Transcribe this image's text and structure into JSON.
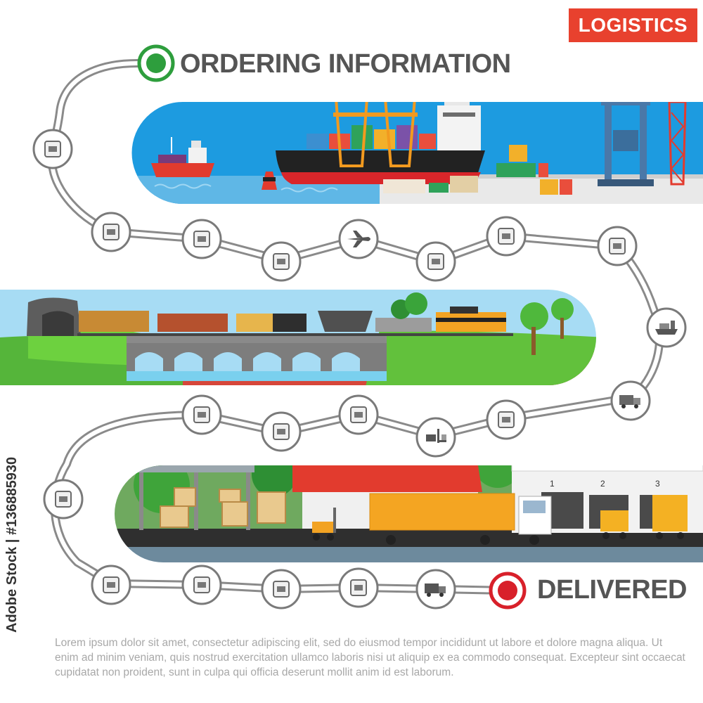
{
  "badge": {
    "label": "LOGISTICS",
    "color": "#e8412e"
  },
  "start": {
    "label": "ORDERING INFORMATION",
    "color": "#2e9e3d"
  },
  "end": {
    "label": "DELIVERED",
    "color": "#d8202a"
  },
  "path_color": "#8a8a8a",
  "route_icons": [
    {
      "icon": "headset-operator-icon"
    },
    {
      "icon": "map-location-icon"
    },
    {
      "icon": "warehouse-shelves-icon"
    },
    {
      "icon": "hand-truck-box-icon"
    },
    {
      "icon": "airplane-icon"
    },
    {
      "icon": "scanner-box-icon"
    },
    {
      "icon": "pallet-boxes-icon"
    },
    {
      "icon": "crane-container-icon"
    },
    {
      "icon": "cargo-ship-icon"
    },
    {
      "icon": "delivery-truck-icon"
    },
    {
      "icon": "warehouse-search-icon"
    },
    {
      "icon": "forklift-icon"
    },
    {
      "icon": "hand-truck-boxes-icon"
    },
    {
      "icon": "conveyor-belt-icon"
    },
    {
      "icon": "loading-dock-icon"
    },
    {
      "icon": "box-checkmark-icon"
    },
    {
      "icon": "map-pin-icon"
    },
    {
      "icon": "kiosk-screen-icon"
    },
    {
      "icon": "mobile-checklist-icon"
    },
    {
      "icon": "support-agent-icon"
    },
    {
      "icon": "truck-icon"
    }
  ],
  "scenes": [
    {
      "name": "port-scene",
      "sky": "#1d9be0"
    },
    {
      "name": "rail-scene",
      "sky": "#a7dcf4"
    },
    {
      "name": "warehouse-scene",
      "sky": "#d8eef7"
    }
  ],
  "warehouse_doors": [
    "1",
    "2",
    "3"
  ],
  "footer": "Lorem ipsum dolor sit amet, consectetur adipiscing elit, sed do eiusmod tempor incididunt ut labore et dolore magna aliqua. Ut enim ad minim veniam, quis nostrud exercitation ullamco laboris nisi ut aliquip ex ea commodo consequat. Excepteur sint occaecat cupidatat non proident, sunt in culpa qui officia deserunt mollit anim id est laborum.",
  "watermark": "Adobe Stock | #136885930"
}
